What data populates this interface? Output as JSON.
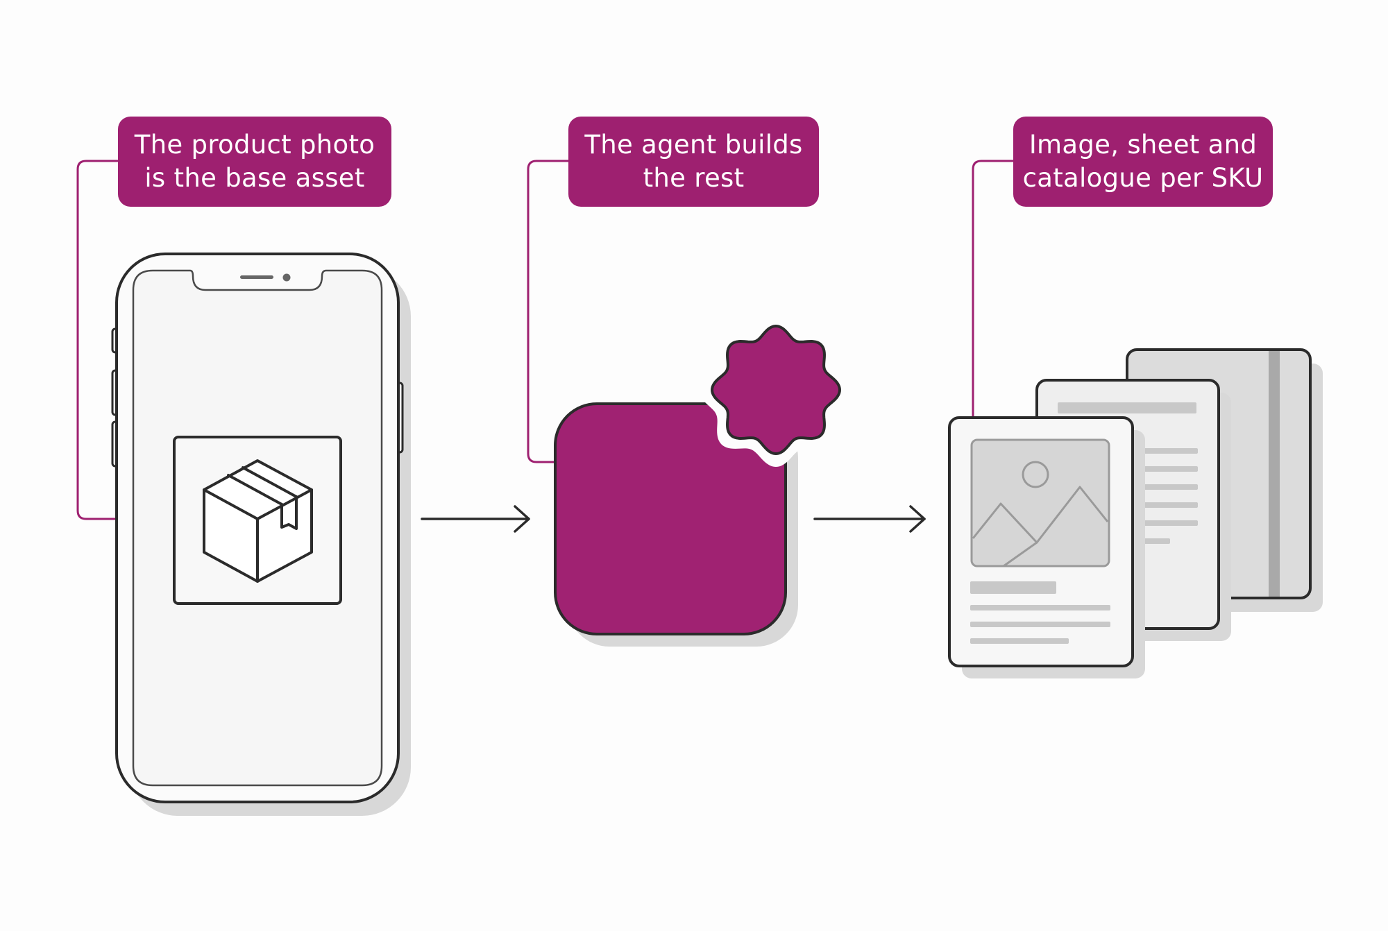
{
  "colors": {
    "accent": "#9e2070",
    "outline": "#2b2b2b",
    "shadow": "#d8d8d8",
    "panel_fill": "#f5f5f5",
    "placeholder_fill": "#cfcfcf"
  },
  "steps": [
    {
      "label_lines": [
        "The product photo",
        "is the base asset"
      ],
      "icon": "smartphone-with-package-icon"
    },
    {
      "label_lines": [
        "The agent builds",
        "the rest"
      ],
      "icon": "agent-badge-icon"
    },
    {
      "label_lines": [
        "Image, sheet and",
        "catalogue per SKU"
      ],
      "icon": "stacked-documents-icon"
    }
  ],
  "connectors": [
    "arrow-right-icon",
    "arrow-right-icon"
  ]
}
